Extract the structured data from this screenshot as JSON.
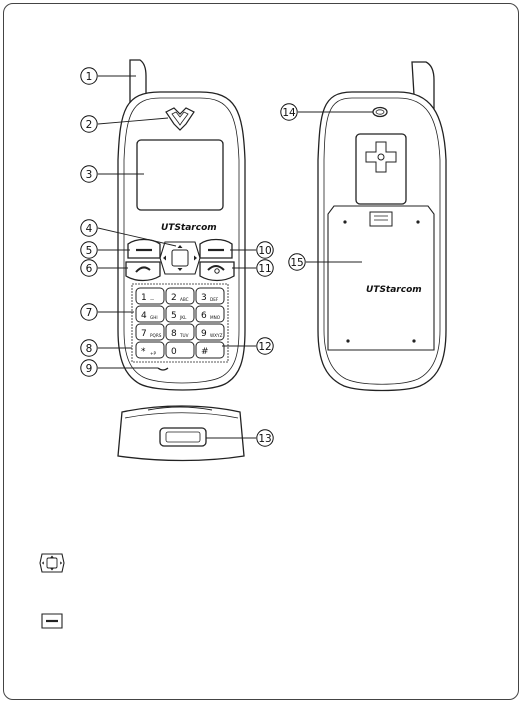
{
  "brand": {
    "logo_text": "UTStarcom"
  },
  "callouts": [
    "1",
    "2",
    "3",
    "4",
    "5",
    "6",
    "7",
    "8",
    "9",
    "10",
    "11",
    "12",
    "13",
    "14",
    "15"
  ],
  "keypad": {
    "keys": [
      {
        "main": "1",
        "sub": "—"
      },
      {
        "main": "2",
        "sub": "ABC"
      },
      {
        "main": "3",
        "sub": "DEF"
      },
      {
        "main": "4",
        "sub": "GHI"
      },
      {
        "main": "5",
        "sub": "JKL"
      },
      {
        "main": "6",
        "sub": "MNO"
      },
      {
        "main": "7",
        "sub": "PQRS"
      },
      {
        "main": "8",
        "sub": "TUV"
      },
      {
        "main": "9",
        "sub": "WXYZ"
      },
      {
        "main": "*",
        "sub": "+P"
      },
      {
        "main": "0",
        "sub": ""
      },
      {
        "main": "#",
        "sub": ""
      }
    ]
  },
  "colors": {
    "line": "#222222",
    "frame": "#444444",
    "fill": "#ffffff"
  },
  "icons": [
    "navigation-key-icon",
    "soft-key-icon"
  ]
}
